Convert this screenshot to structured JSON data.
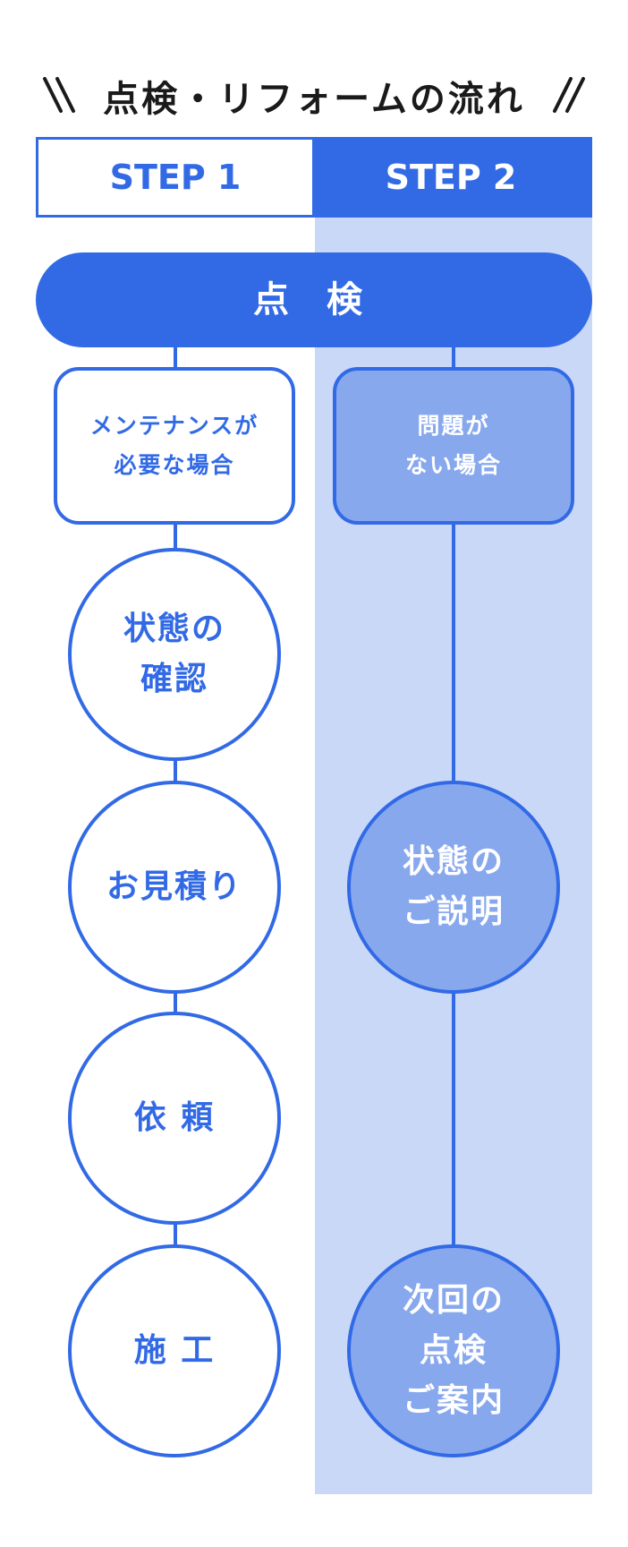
{
  "title": {
    "prefix": "\\\\",
    "text": "点検・リフォームの流れ",
    "suffix": "//"
  },
  "steps": [
    "STEP 1",
    "STEP 2"
  ],
  "start": "点 検",
  "step1": {
    "condition": [
      "メンテナンスが",
      "必要な場合"
    ],
    "flow": [
      [
        "状態の",
        "確認"
      ],
      [
        "お見積り"
      ],
      [
        "依 頼"
      ],
      [
        "施 工"
      ]
    ]
  },
  "step2": {
    "condition": [
      "問題が",
      "ない場合"
    ],
    "flow": [
      [
        "状態の",
        "ご説明"
      ],
      [
        "次回の",
        "点検",
        "ご案内"
      ]
    ]
  },
  "colors": {
    "accent": "#326ae6",
    "light_column": "#cad8f8",
    "filled_node": "#88a8ee"
  }
}
